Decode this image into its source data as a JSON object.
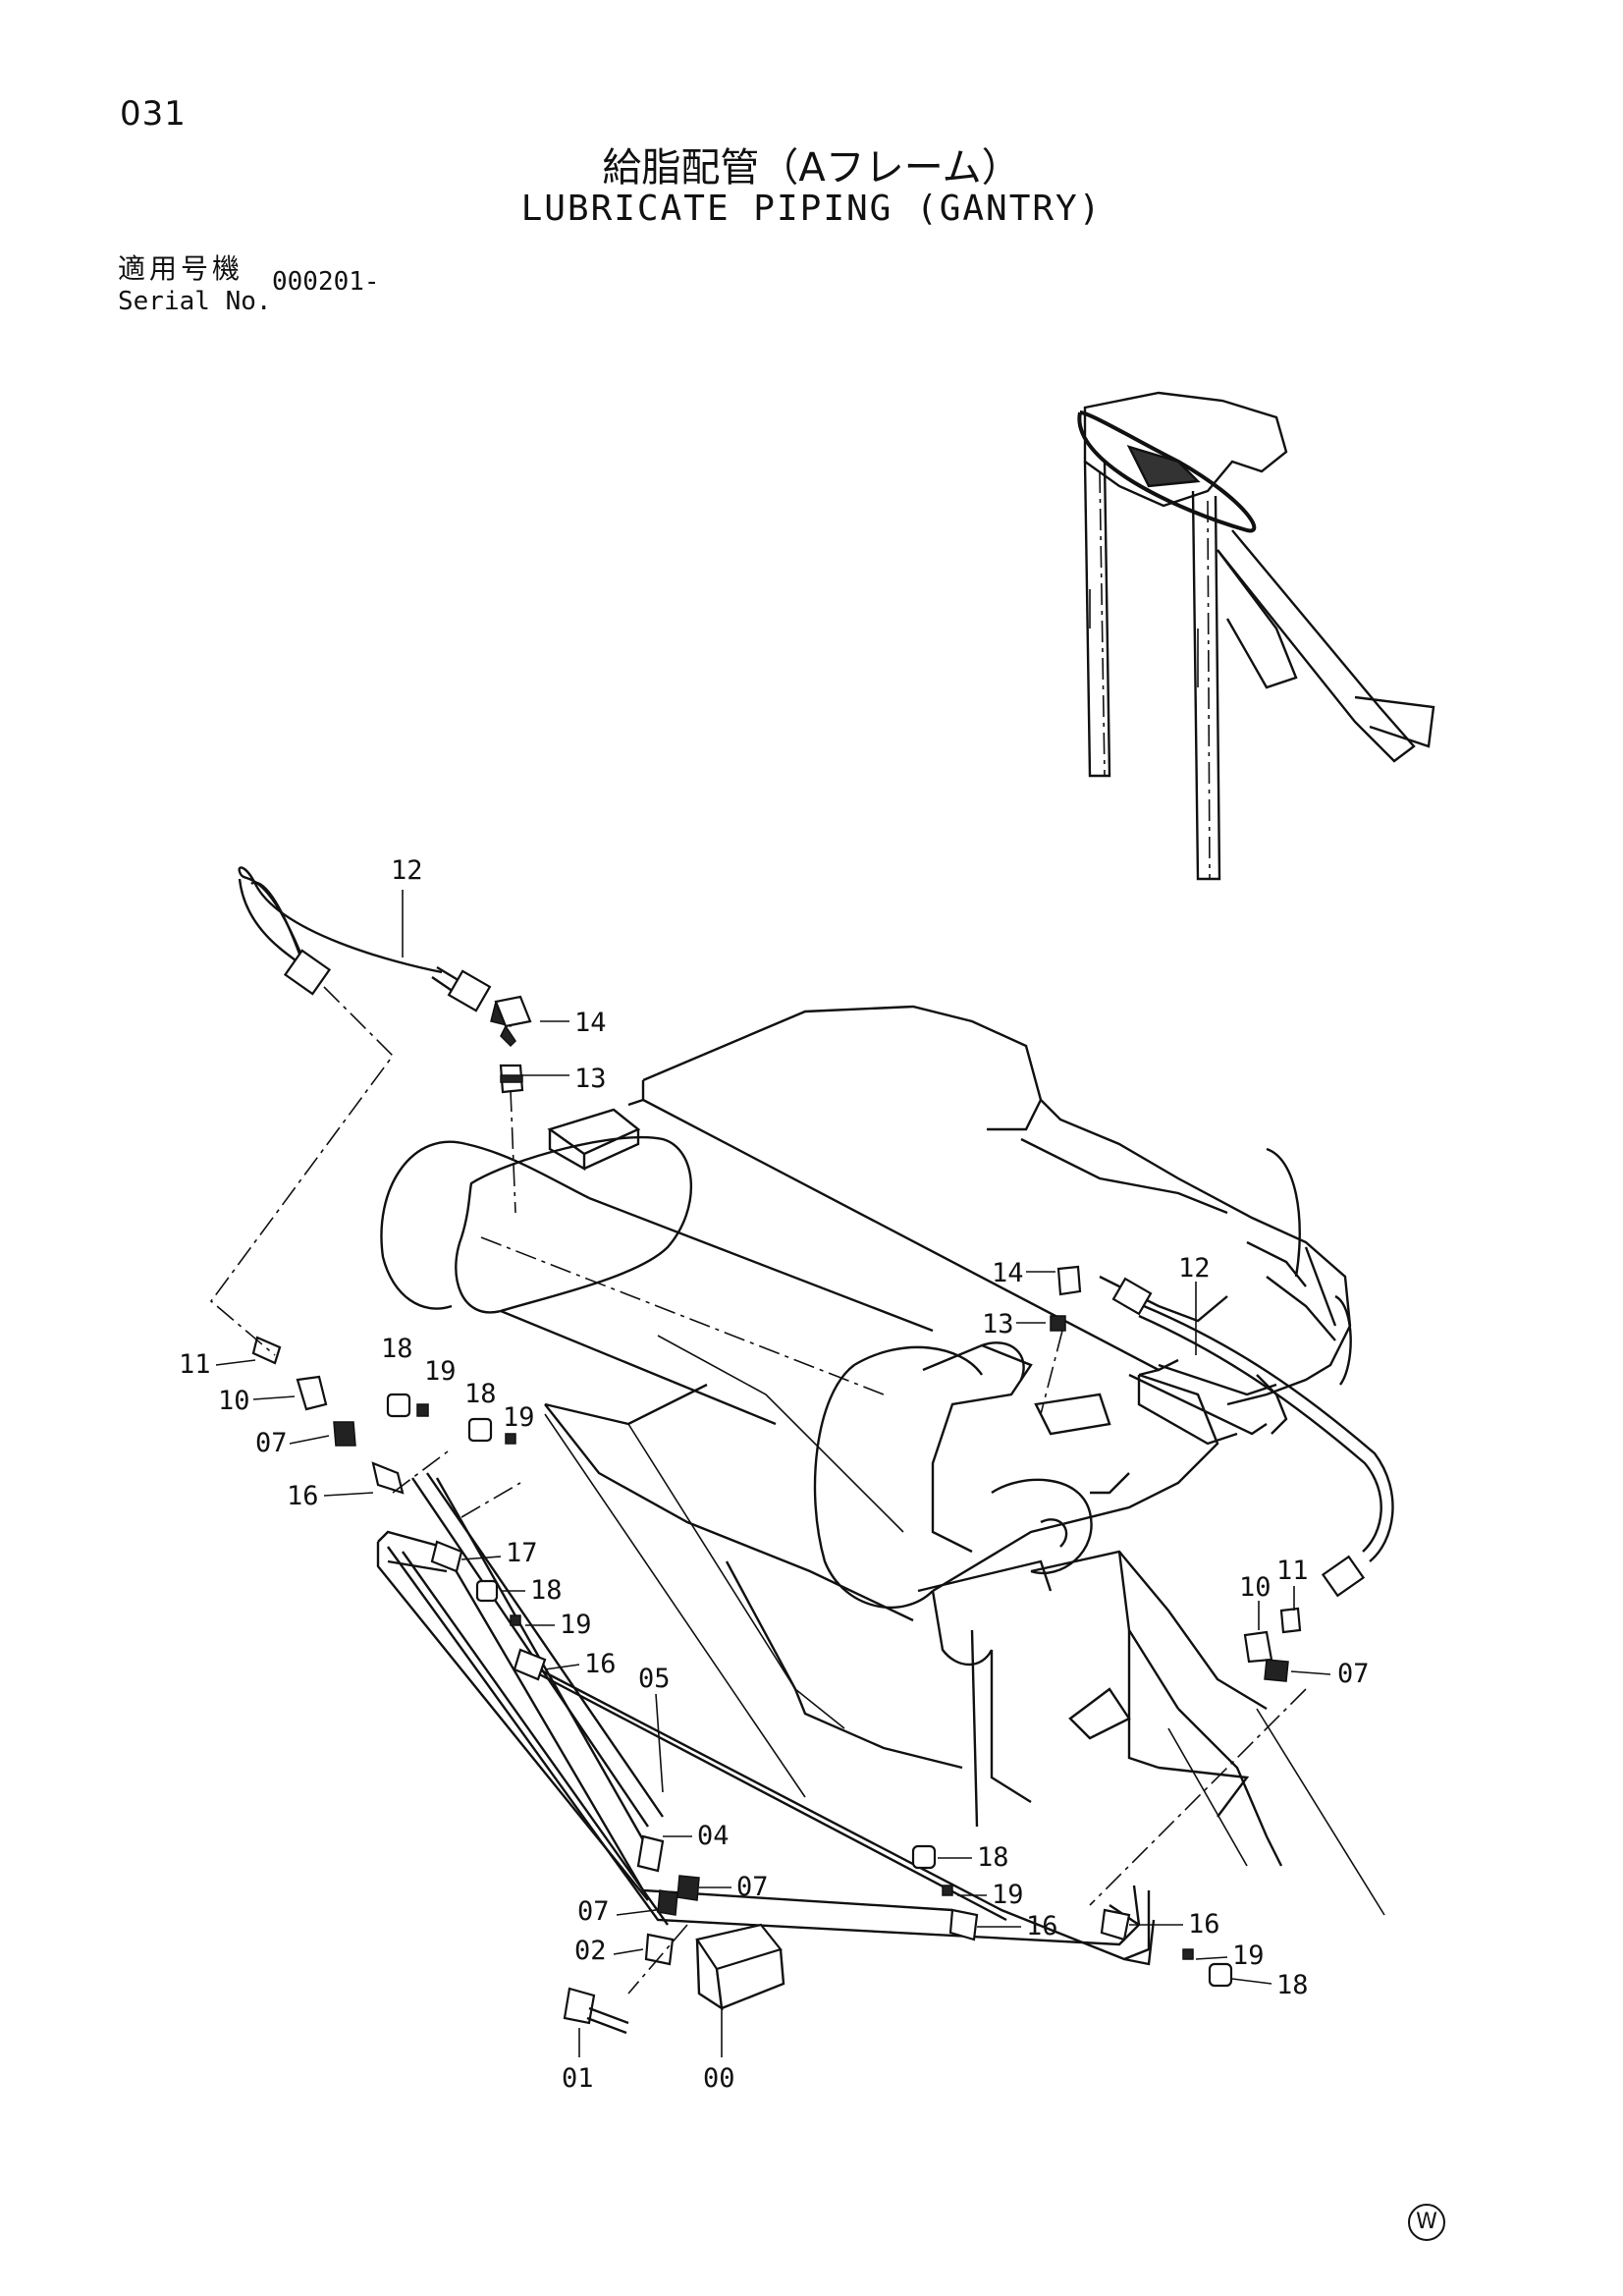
{
  "header": {
    "page_number": "031",
    "title_jp": "給脂配管（Aフレーム）",
    "title_en": "LUBRICATE PIPING (GANTRY)"
  },
  "serial": {
    "label_jp": "適用号機",
    "label_en": "Serial No.",
    "value": "000201-"
  },
  "callouts": {
    "c12a": "12",
    "c14a": "14",
    "c13a": "13",
    "c14b": "14",
    "c12b": "12",
    "c13b": "13",
    "c11a": "11",
    "c10a": "10",
    "c07a": "07",
    "c16a": "16",
    "c18a": "18",
    "c19a": "19",
    "c18b": "18",
    "c19b": "19",
    "c17": "17",
    "c18c": "18",
    "c19c": "19",
    "c16b": "16",
    "c05": "05",
    "c04": "04",
    "c07b": "07",
    "c07c": "07",
    "c02": "02",
    "c01": "01",
    "c00": "00",
    "c18d": "18",
    "c19d": "19",
    "c16c": "16",
    "c16d": "16",
    "c19e": "19",
    "c18e": "18",
    "c10b": "10",
    "c11b": "11",
    "c07d": "07"
  },
  "footer": {
    "mark": "W"
  }
}
